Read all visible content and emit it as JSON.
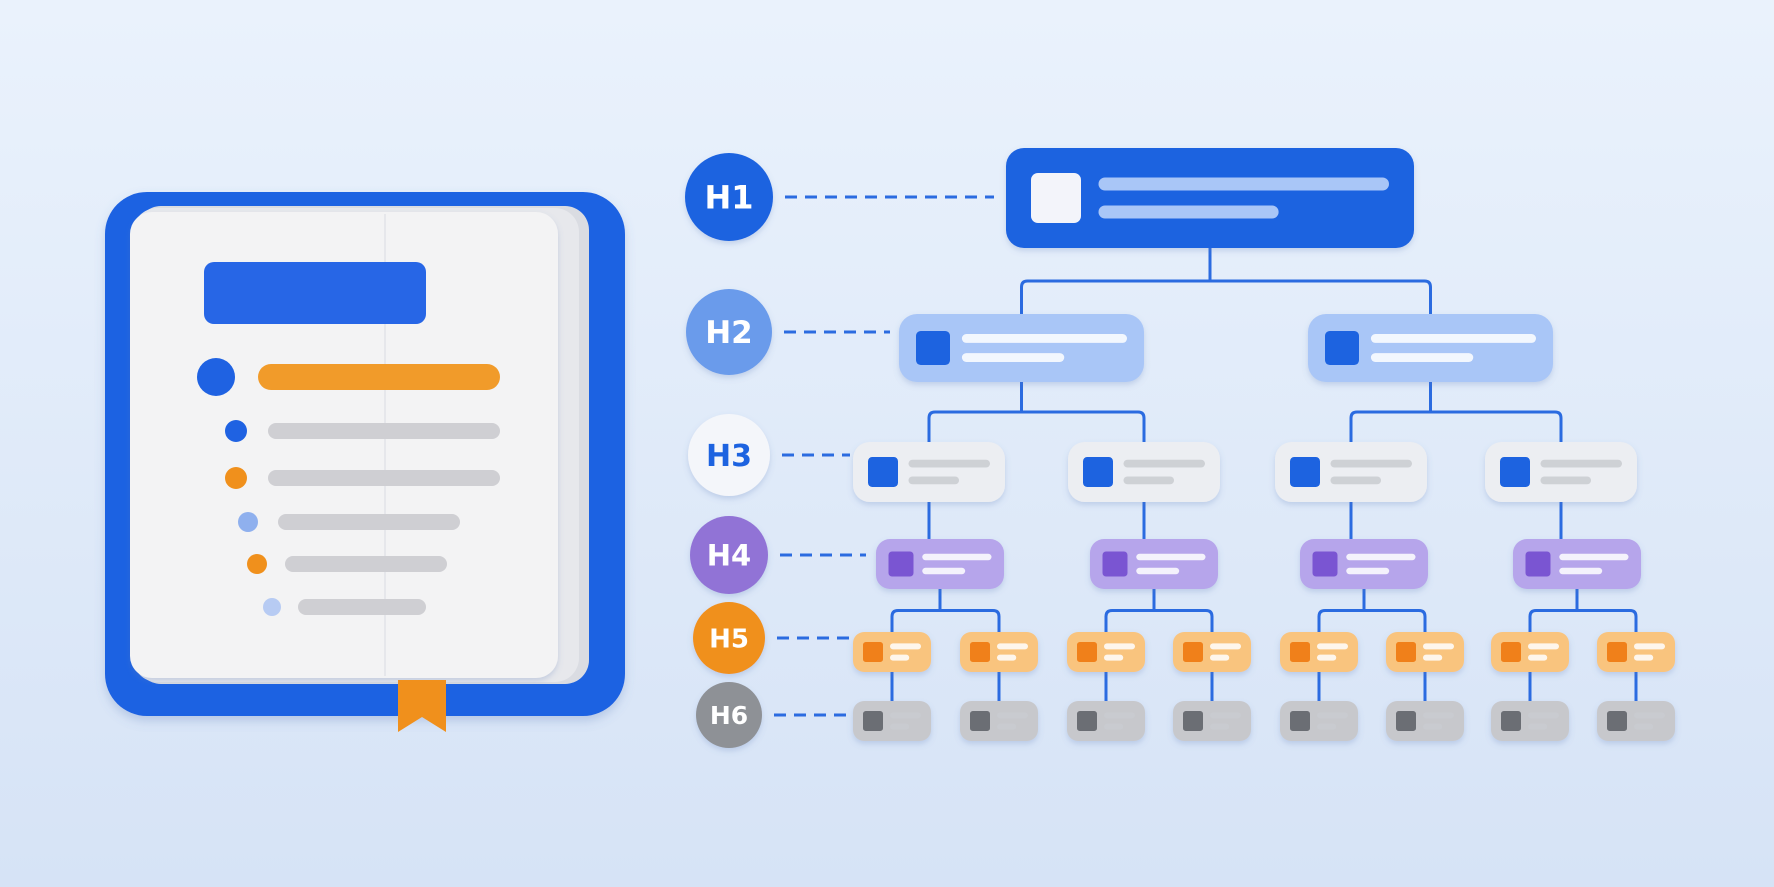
{
  "headings": [
    {
      "label": "H1",
      "color": "#1D63E0",
      "text_color": "#FFFFFF"
    },
    {
      "label": "H2",
      "color": "#6B9BEB",
      "text_color": "#FFFFFF"
    },
    {
      "label": "H3",
      "color": "#F4F6FA",
      "text_color": "#1D63E0"
    },
    {
      "label": "H4",
      "color": "#9173D6",
      "text_color": "#FFFFFF"
    },
    {
      "label": "H5",
      "color": "#F0901C",
      "text_color": "#FFFFFF"
    },
    {
      "label": "H6",
      "color": "#8E9196",
      "text_color": "#FFFFFF"
    }
  ],
  "tree": {
    "counts_per_level": [
      1,
      2,
      4,
      4,
      8,
      8
    ],
    "node_colors": [
      "#1D63E0",
      "#A9C6F7",
      "#ECEEF2",
      "#B6A5EB",
      "#F9C47E",
      "#C7C8CC"
    ],
    "node_icon_colors": [
      "#F3F4FA",
      "#1D63E0",
      "#1D63E0",
      "#7A55D2",
      "#F0801A",
      "#6B6E74"
    ],
    "connector_color": "#2B6BE0"
  },
  "book": {
    "cover_color": "#1F62E2",
    "page_color": "#F3F3F4",
    "title_bar_color": "#2766E6",
    "bookmark_color": "#F0901C",
    "outline_items": [
      {
        "level": 1,
        "bullet": "#1F62E2",
        "bar": "#F19B2A"
      },
      {
        "level": 2,
        "bullet": "#1F62E2",
        "bar": "#CFCFD3"
      },
      {
        "level": 3,
        "bullet": "#F0901C",
        "bar": "#CFCFD3"
      },
      {
        "level": 4,
        "bullet": "#8FB0EE",
        "bar": "#CFCFD3"
      },
      {
        "level": 5,
        "bullet": "#F0901C",
        "bar": "#CFCFD3"
      },
      {
        "level": 6,
        "bullet": "#B7CBF3",
        "bar": "#CFCFD3"
      }
    ]
  }
}
